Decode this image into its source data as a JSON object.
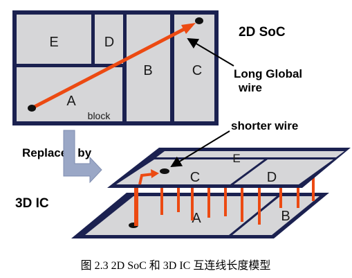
{
  "soc2d": {
    "title": "2D SoC",
    "blocks": {
      "a": "A",
      "a_sub": "block",
      "b": "B",
      "c": "C",
      "d": "D",
      "e": "E"
    },
    "annotation_line1": "Long Global",
    "annotation_line2": "wire"
  },
  "transition": {
    "label": "Replaced by"
  },
  "ic3d": {
    "title": "3D IC",
    "annotation": "shorter wire",
    "upper_blocks": {
      "c": "C",
      "d": "D",
      "e": "E"
    },
    "lower_blocks": {
      "a": "A",
      "b": "B"
    }
  },
  "caption": "图 2.3  2D SoC  和 3D IC 互连线长度模型",
  "colors": {
    "block_fill": "#d6d6d8",
    "border": "#1b2150",
    "wire": "#ec4a12",
    "arrow_blue": "#9aa7c6"
  }
}
